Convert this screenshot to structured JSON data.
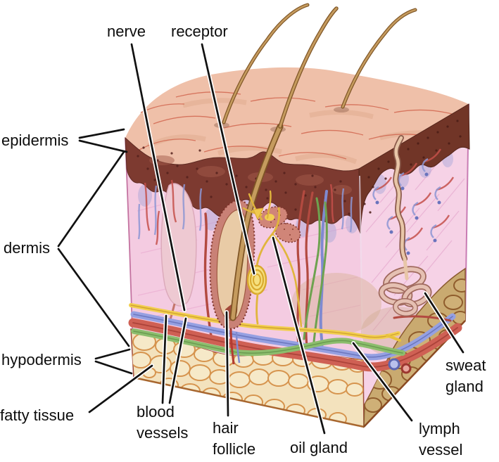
{
  "labels": {
    "nerve": "nerve",
    "receptor": "receptor",
    "epidermis": "epidermis",
    "dermis": "dermis",
    "hypodermis": "hypodermis",
    "fatty_tissue": "fatty tissue",
    "blood_vessels": {
      "l1": "blood",
      "l2": "vessels"
    },
    "hair_follicle": {
      "l1": "hair",
      "l2": "follicle"
    },
    "oil_gland": "oil gland",
    "lymph_vessel": {
      "l1": "lymph",
      "l2": "vessel"
    },
    "sweat_gland": {
      "l1": "sweat",
      "l2": "gland"
    }
  },
  "palette": {
    "background": "#ffffff",
    "skin_surface": "#efc0a9",
    "epidermis": "#7d3a30",
    "epidermis_side": "#713527",
    "dermis_front": "#f4cbe1",
    "dermis_side": "#f6d2e6",
    "fat_front": "#f3e2bd",
    "fat_side": "#c9aa70",
    "nerve_yellow": "#f2cf4e",
    "artery_red": "#cf6054",
    "vein_blue": "#95a0e2",
    "lymph_green": "#8cbd6d",
    "hair_tan": "#c59b5e",
    "sweat_gland_pink": "#e5c0b2",
    "leader_line": "#111111"
  }
}
